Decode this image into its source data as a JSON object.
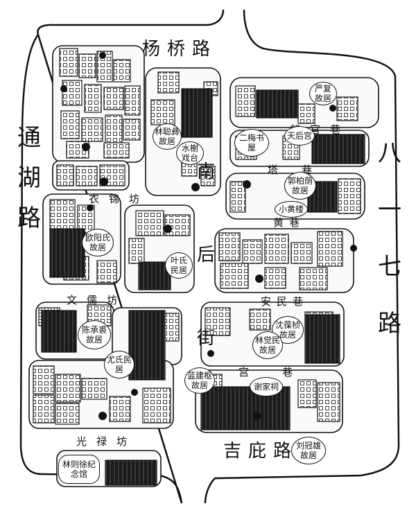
{
  "map": {
    "colors": {
      "ink": "#111111",
      "paper": "#ffffff",
      "fill_dark": "#1a1a1a",
      "fill_light": "#f4f4f4"
    },
    "roads": {
      "north": "杨桥路",
      "west": "通湖路",
      "east": "八一七路",
      "south": "吉庇路",
      "middle": "南后街"
    },
    "lanes": {
      "yijin": "衣锦坊",
      "wenru": "文儒坊",
      "guanglu": "光禄坊",
      "langguan": "郎官巷",
      "ta": "塔巷",
      "huang": "黄巷",
      "anmin": "安民巷",
      "gong": "宫巷"
    },
    "landmarks": {
      "lin_cong_yi": "林聪彝故居",
      "shui_xie": "水榭戏台",
      "yan_fu": "严复故居",
      "er_mei": "二梅书屋",
      "tian_hou": "天后宫",
      "guo_bo_yin": "郭柏荫故居",
      "xiao_huang_lou": "小黄楼",
      "ouyang": "欧阳氏故居",
      "ye_shi": "叶氏民居",
      "chen_cheng_qiu": "陈承裘故居",
      "you_shi": "尤氏民居",
      "shen_bao_zhen": "沈葆桢故居",
      "lin_jue_min": "林觉民故居",
      "liu_guan_xiong": "刘冠雄故居",
      "yan_ci": "谢家祠",
      "lan_jian_shu": "蓝建枢故居",
      "lin_ze_xu": "林则徐纪念馆"
    }
  }
}
